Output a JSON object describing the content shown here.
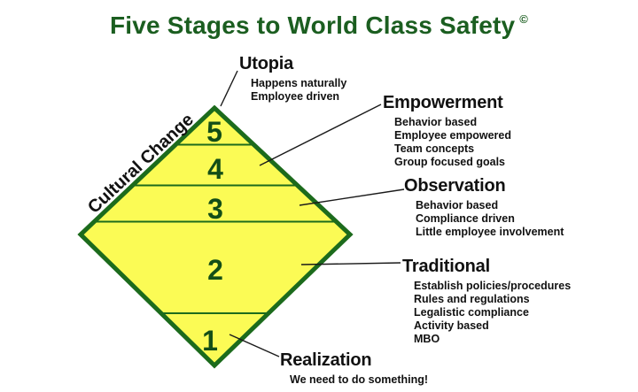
{
  "title": {
    "text": "Five Stages to World Class Safety",
    "copyright_symbol": "©"
  },
  "diamond": {
    "rotated_label": "Cultural Change",
    "stage_numbers": [
      "5",
      "4",
      "3",
      "2",
      "1"
    ]
  },
  "annotations": {
    "utopia": {
      "heading": "Utopia",
      "items": [
        "Happens naturally",
        "Employee driven"
      ]
    },
    "empowerment": {
      "heading": "Empowerment",
      "items": [
        "Behavior based",
        "Employee empowered",
        "Team concepts",
        "Group focused goals"
      ]
    },
    "observation": {
      "heading": "Observation",
      "items": [
        "Behavior based",
        "Compliance driven",
        "Little employee involvement"
      ]
    },
    "traditional": {
      "heading": "Traditional",
      "items": [
        "Establish policies/procedures",
        "Rules and regulations",
        "Legalistic compliance",
        "Activity based",
        "MBO"
      ]
    },
    "realization": {
      "heading": "Realization",
      "items": [
        "We need to do something!"
      ]
    }
  },
  "colors": {
    "title_green": "#1B5E20",
    "diamond_fill": "#FBFB55",
    "diamond_border": "#1C6B1C",
    "number_green": "#134E17",
    "leader_line": "#1A1A1A",
    "text_black": "#111111",
    "background": "#FFFFFF"
  }
}
